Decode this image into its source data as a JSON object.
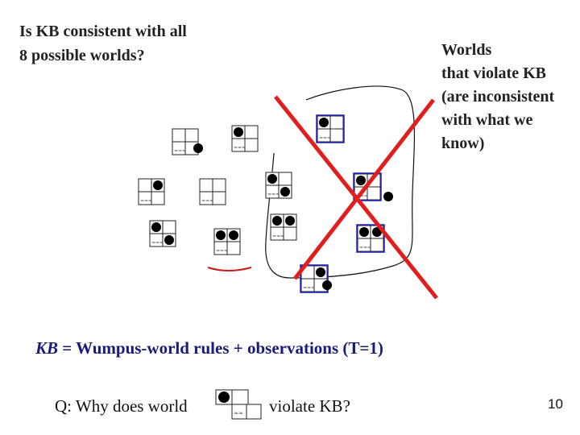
{
  "slide": {
    "title": "Is KB consistent with all\n8 possible worlds?",
    "worlds_label": "Worlds\nthat violate KB\n(are inconsistent\nwith what we\nknow)",
    "kb_line": {
      "kb": "KB",
      "rest": " = Wumpus-world rules + observations  (T=1)"
    },
    "question": {
      "before": "Q: Why does world",
      "after": "violate KB?"
    },
    "page_number": "10"
  },
  "colors": {
    "text": "#222222",
    "kb_text": "#1a1a7a",
    "cross": "#e01e1e",
    "highlight_frame": "#2020c0",
    "ink": "#000000"
  }
}
